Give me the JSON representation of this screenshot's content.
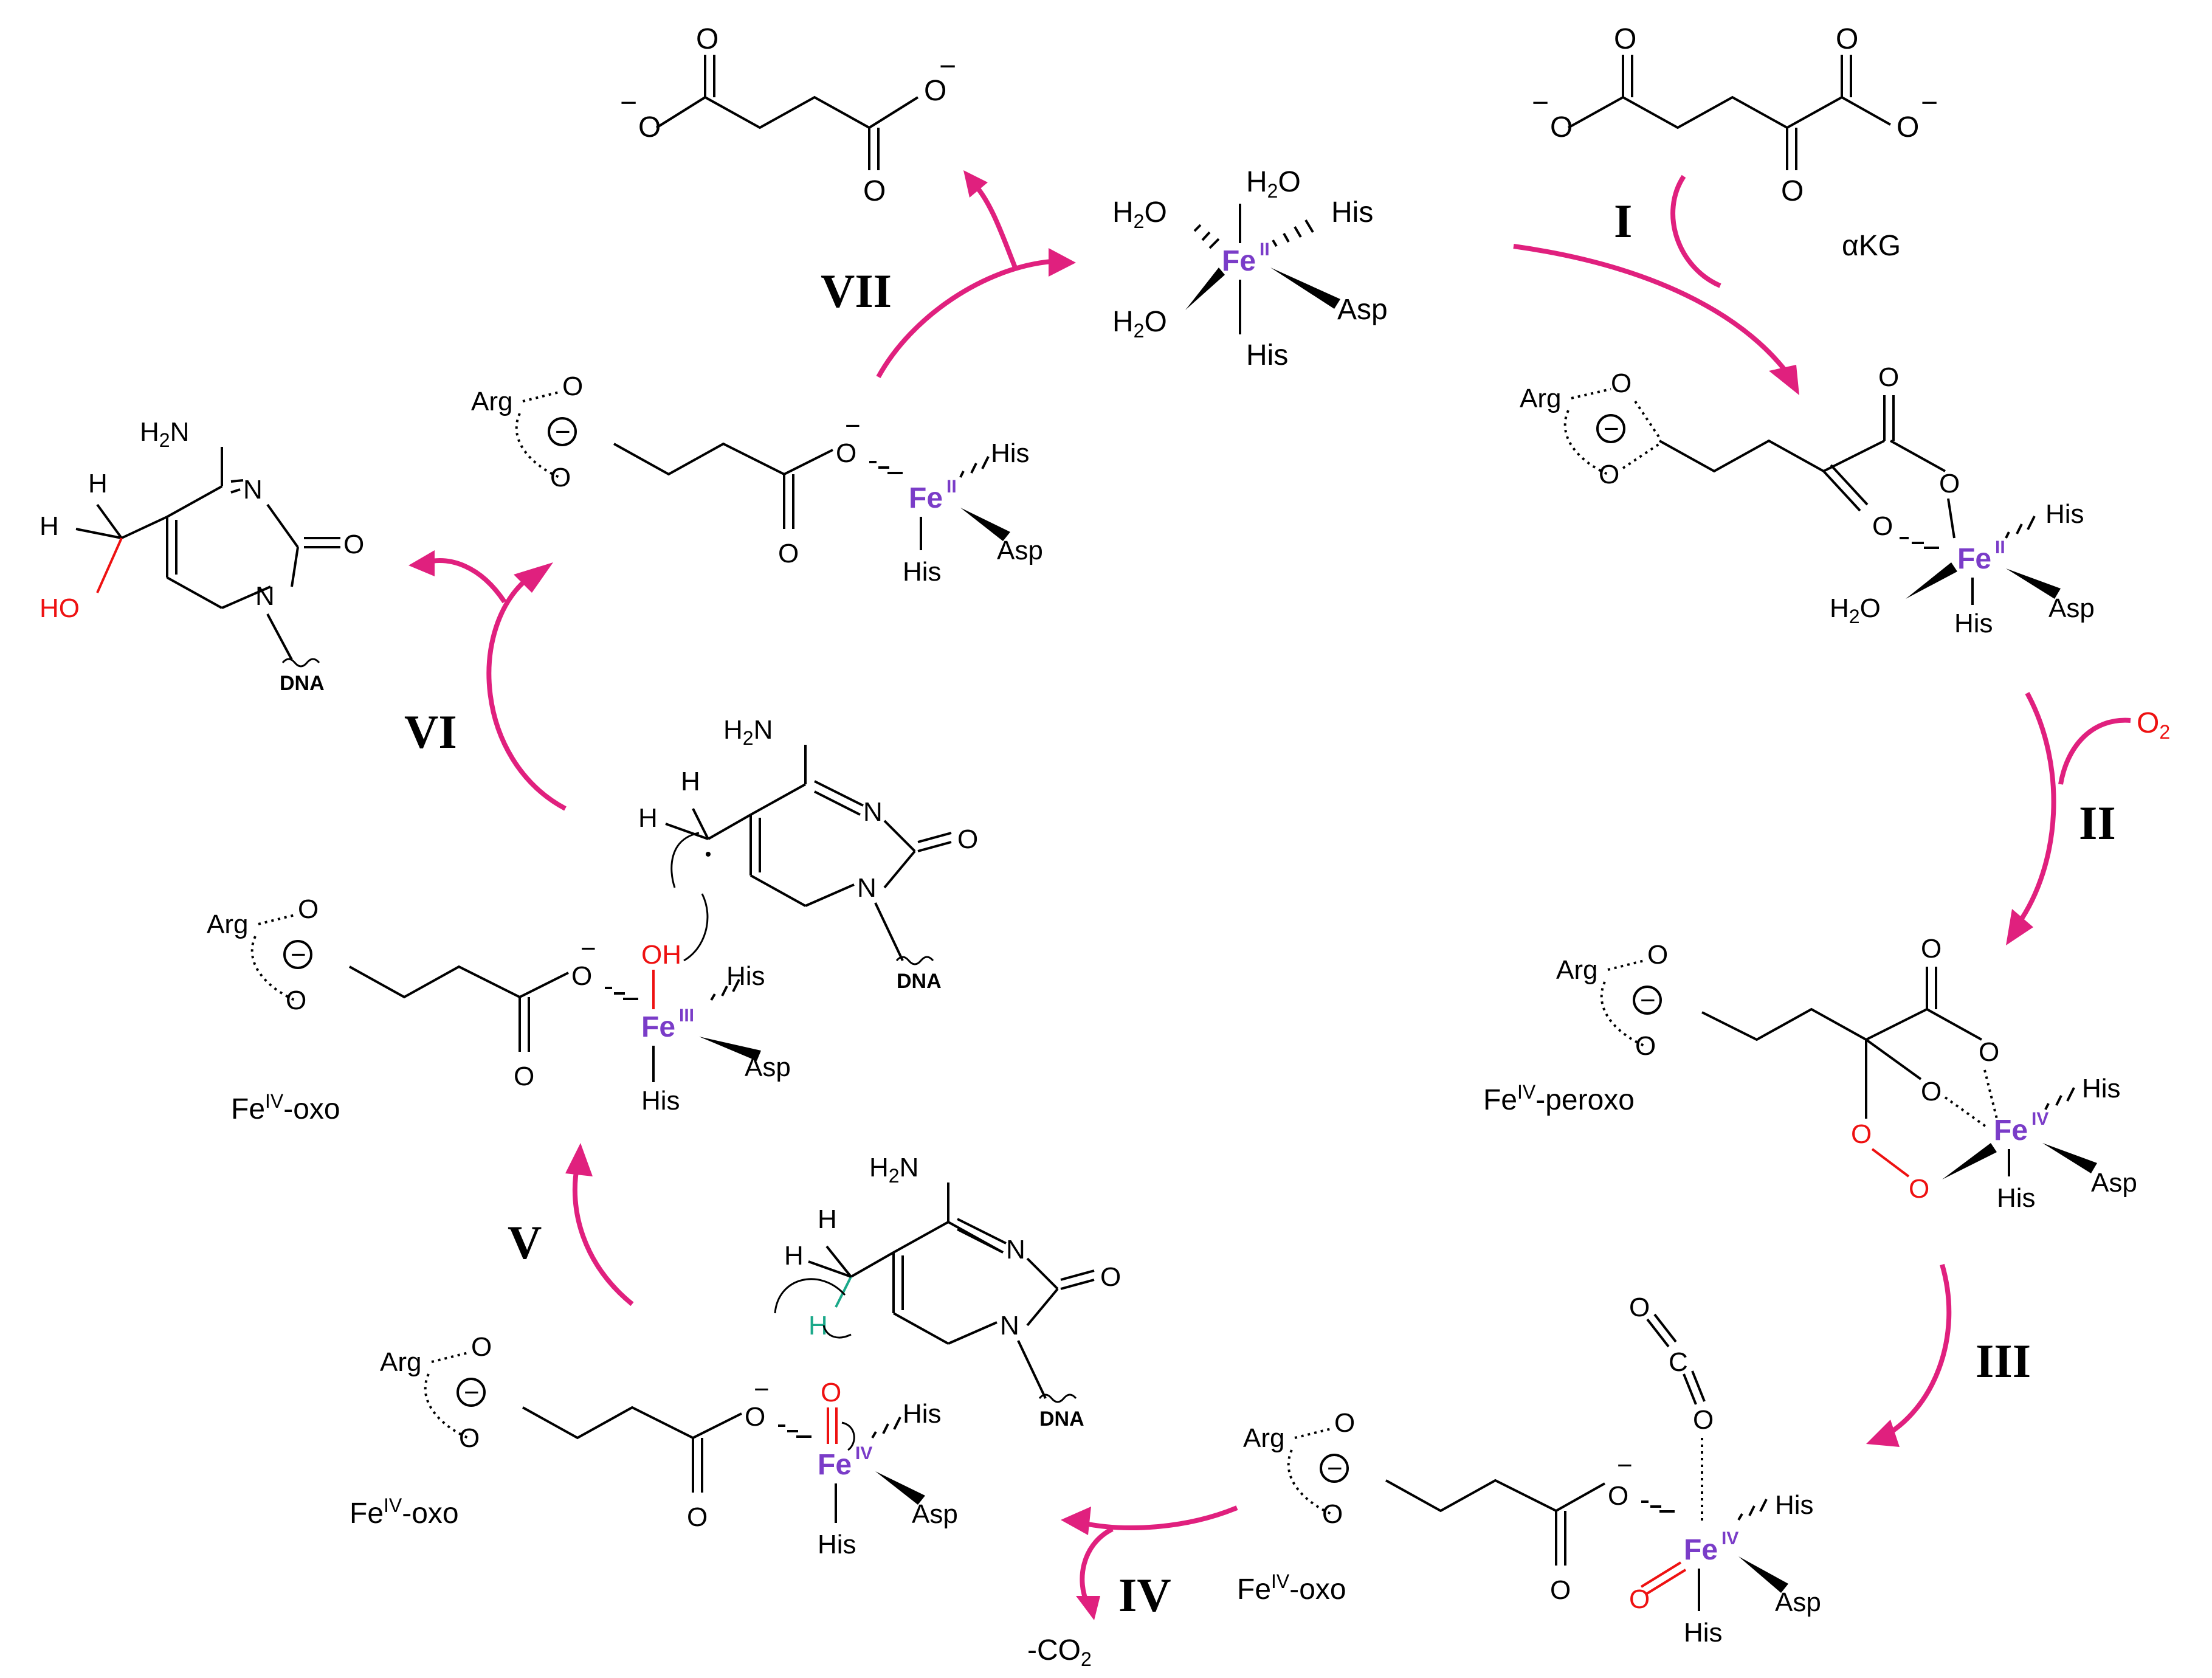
{
  "steps": [
    "I",
    "II",
    "III",
    "IV",
    "V",
    "VI",
    "VII"
  ],
  "reagents": {
    "akg_label": "αKG",
    "o2": "O",
    "o2_sub": "2",
    "co2_loss": "-CO",
    "co2_sub": "2"
  },
  "states": {
    "peroxo_label": "Fe",
    "peroxo_sup": "IV",
    "peroxo_suffix": "-peroxo",
    "oxo_label": "Fe",
    "oxo_sup": "IV",
    "oxo_suffix": "-oxo"
  },
  "atoms": {
    "fe": "Fe",
    "ox2": "II",
    "ox3": "III",
    "ox4": "IV",
    "his": "His",
    "asp": "Asp",
    "arg": "Arg",
    "h2o": "H",
    "h2o_sub": "2",
    "h2o_o": "O",
    "o": "O",
    "n": "N",
    "h": "H",
    "oh": "OH",
    "ho": "HO",
    "h2n": "H",
    "h2n_sub": "2",
    "h2n_n": "N",
    "minus": "−",
    "dna": "DNA",
    "c": "C"
  },
  "colors": {
    "arrow": "#e0207e",
    "iron": "#7a3cc8",
    "oxygen_highlight": "#ee1111",
    "hydrogen_highlight": "#1aa889"
  }
}
